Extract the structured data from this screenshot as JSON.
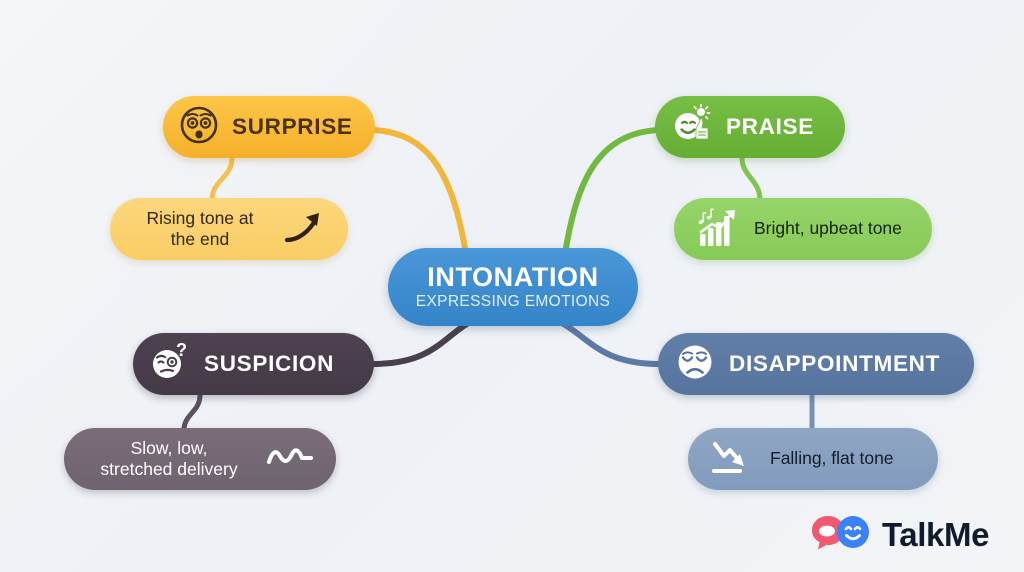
{
  "background_color": "#f1f4f7",
  "central": {
    "title": "INTONATION",
    "subtitle": "EXPRESSING EMOTIONS",
    "color": "#3a8bcd",
    "text_color": "#ffffff"
  },
  "branches": [
    {
      "id": "surprise",
      "label": "SURPRISE",
      "icon": "shocked-face-icon",
      "color": "#f8b92f",
      "text_color": "#4a3210",
      "position": "top-left",
      "leaf": {
        "label": "Rising tone at\nthe end",
        "icon": "rising-arrow-icon",
        "color": "#fbd06a",
        "text_color": "#33270e"
      }
    },
    {
      "id": "praise",
      "label": "PRAISE",
      "icon": "smiley-thumbs-up-icon",
      "color": "#6cb43a",
      "text_color": "#ffffff",
      "position": "top-right",
      "leaf": {
        "label": "Bright, upbeat tone",
        "icon": "music-growth-chart-icon",
        "color": "#8ecf5d",
        "text_color": "#17240c"
      }
    },
    {
      "id": "suspicion",
      "label": "SUSPICION",
      "icon": "skeptical-face-question-icon",
      "color": "#483d4b",
      "text_color": "#ffffff",
      "position": "bottom-left",
      "leaf": {
        "label": "Slow, low,\nstretched delivery",
        "icon": "wavy-line-icon",
        "color": "#746875",
        "text_color": "#ffffff"
      }
    },
    {
      "id": "disappointment",
      "label": "DISAPPOINTMENT",
      "icon": "sad-face-icon",
      "color": "#5c7aa3",
      "text_color": "#ffffff",
      "position": "bottom-right",
      "leaf": {
        "label": "Falling, flat tone",
        "icon": "falling-arrow-icon",
        "color": "#89a0c0",
        "text_color": "#141c28"
      }
    }
  ],
  "logo": {
    "text": "TalkMe",
    "bubble_pink": "#f2586f",
    "bubble_blue": "#3b82f6",
    "text_color": "#121a2e"
  }
}
